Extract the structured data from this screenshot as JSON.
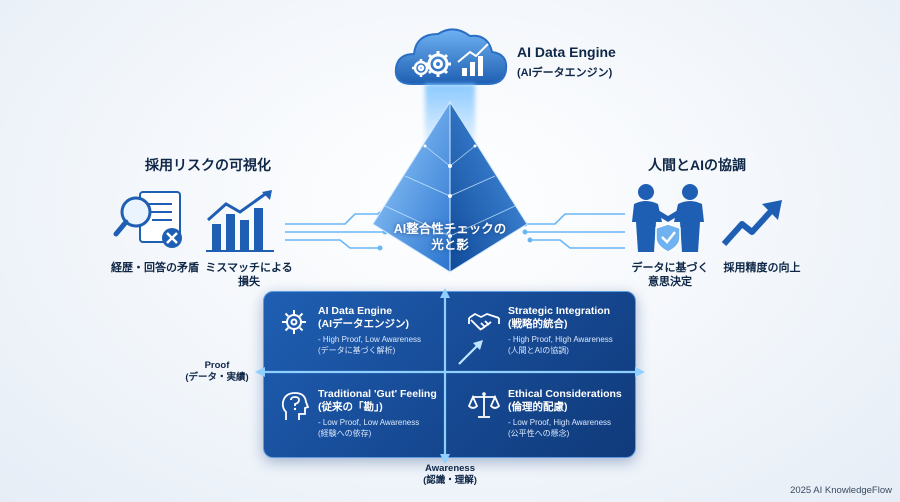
{
  "engine": {
    "title": "AI Data Engine",
    "subtitle": "(AIデータエンジン)"
  },
  "left": {
    "heading": "採用リスクの可視化",
    "item1_label": "経歴・回答の矛盾",
    "item2_label_line1": "ミスマッチによる",
    "item2_label_line2": "損失"
  },
  "right": {
    "heading": "人間とAIの協調",
    "item1_label_line1": "データに基づく",
    "item1_label_line2": "意思決定",
    "item2_label": "採用精度の向上"
  },
  "pyramid": {
    "label_line1": "AI整合性チェックの",
    "label_line2": "光と影"
  },
  "matrix": {
    "y_axis_line1": "Proof",
    "y_axis_line2": "(データ・実績)",
    "x_axis_line1": "Awareness",
    "x_axis_line2": "(認識・理解)",
    "quadrants": {
      "top_left": {
        "title1": "AI Data Engine",
        "title2": "(AIデータエンジン)",
        "desc1": "- High Proof, Low Awareness",
        "desc2": "(データに基づく解析)"
      },
      "top_right": {
        "title1": "Strategic Integration",
        "title2": "(戦略的統合)",
        "desc1": "- High Proof, High Awareness",
        "desc2": "(人間とAIの協調)"
      },
      "bottom_left": {
        "title1": "Traditional 'Gut' Feeling",
        "title2": "(従来の「勘」)",
        "desc1": "- Low Proof, Low Awareness",
        "desc2": "(経験への依存)"
      },
      "bottom_right": {
        "title1": "Ethical Considerations",
        "title2": "(倫理的配慮)",
        "desc1": "- Low Proof, High Awareness",
        "desc2": "(公平性への懸念)"
      }
    }
  },
  "footer": "2025 AI KnowledgeFlow",
  "colors": {
    "accent": "#1f6fd1",
    "navy": "#0f2747",
    "panel": "#174b96",
    "glow": "#7fc4ff"
  }
}
